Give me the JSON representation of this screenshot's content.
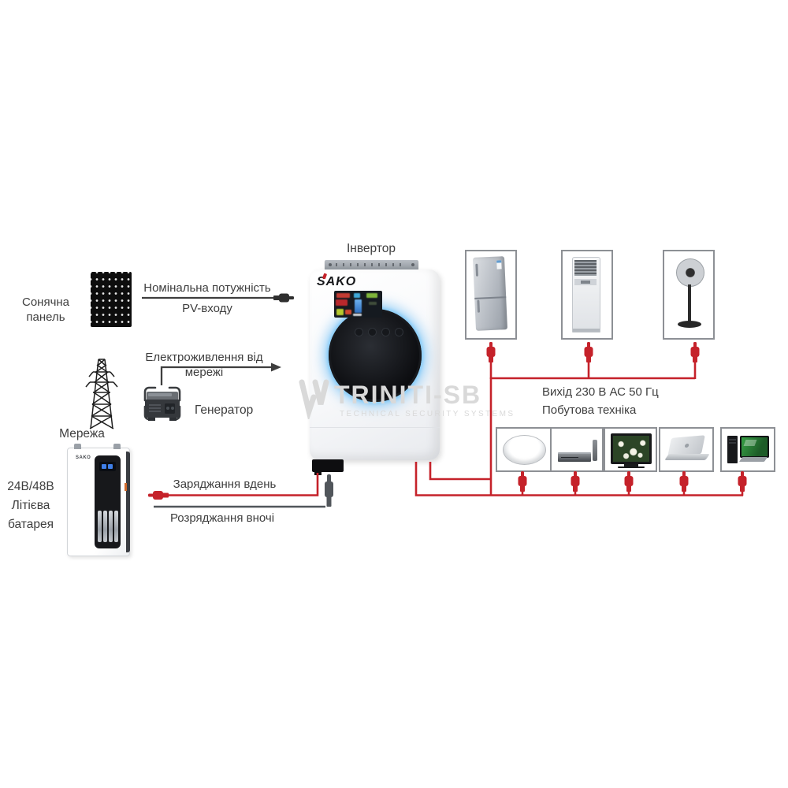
{
  "colors": {
    "wire_red": "#c5222a",
    "wire_dark": "#3e3e3e",
    "wire_gray": "#51565b",
    "text": "#3e3e3e",
    "watermark": "#d9d9d9",
    "glow_blue": "#79c3ef"
  },
  "diagram": {
    "solar": {
      "line1": "Сонячна",
      "line2": "панель"
    },
    "pv_link": {
      "line1": "Номінальна потужність",
      "line2": "PV-входу"
    },
    "grid_link": {
      "label": "Електроживлення від мережі"
    },
    "grid": {
      "label": "Мережа"
    },
    "generator": {
      "label": "Генератор"
    },
    "battery": {
      "line1": "24В/48В",
      "line2": "Літієва",
      "line3": "батарея",
      "brand": "SAKO"
    },
    "charge_link": {
      "label": "Заряджання вдень"
    },
    "discharge_link": {
      "label": "Розряджання вночі"
    },
    "inverter": {
      "label": "Інвертор",
      "brand": "SAKO"
    },
    "output_link": {
      "line1": "Вихід 230 В АС 50 Гц",
      "line2": "Побутова техніка"
    }
  },
  "appliances": {
    "top": [
      {
        "icon": "refrigerator-icon"
      },
      {
        "icon": "air-conditioner-icon"
      },
      {
        "icon": "pedestal-fan-icon"
      }
    ],
    "bottom": [
      {
        "icon": "ceiling-light-icon"
      },
      {
        "icon": "dvd-player-icon"
      },
      {
        "icon": "tv-icon"
      },
      {
        "icon": "laptop-icon"
      },
      {
        "icon": "desktop-computer-icon"
      }
    ]
  },
  "watermark": {
    "title": "TRINITI-SB",
    "subtitle": "TECHNICAL SECURITY SYSTEMS"
  }
}
